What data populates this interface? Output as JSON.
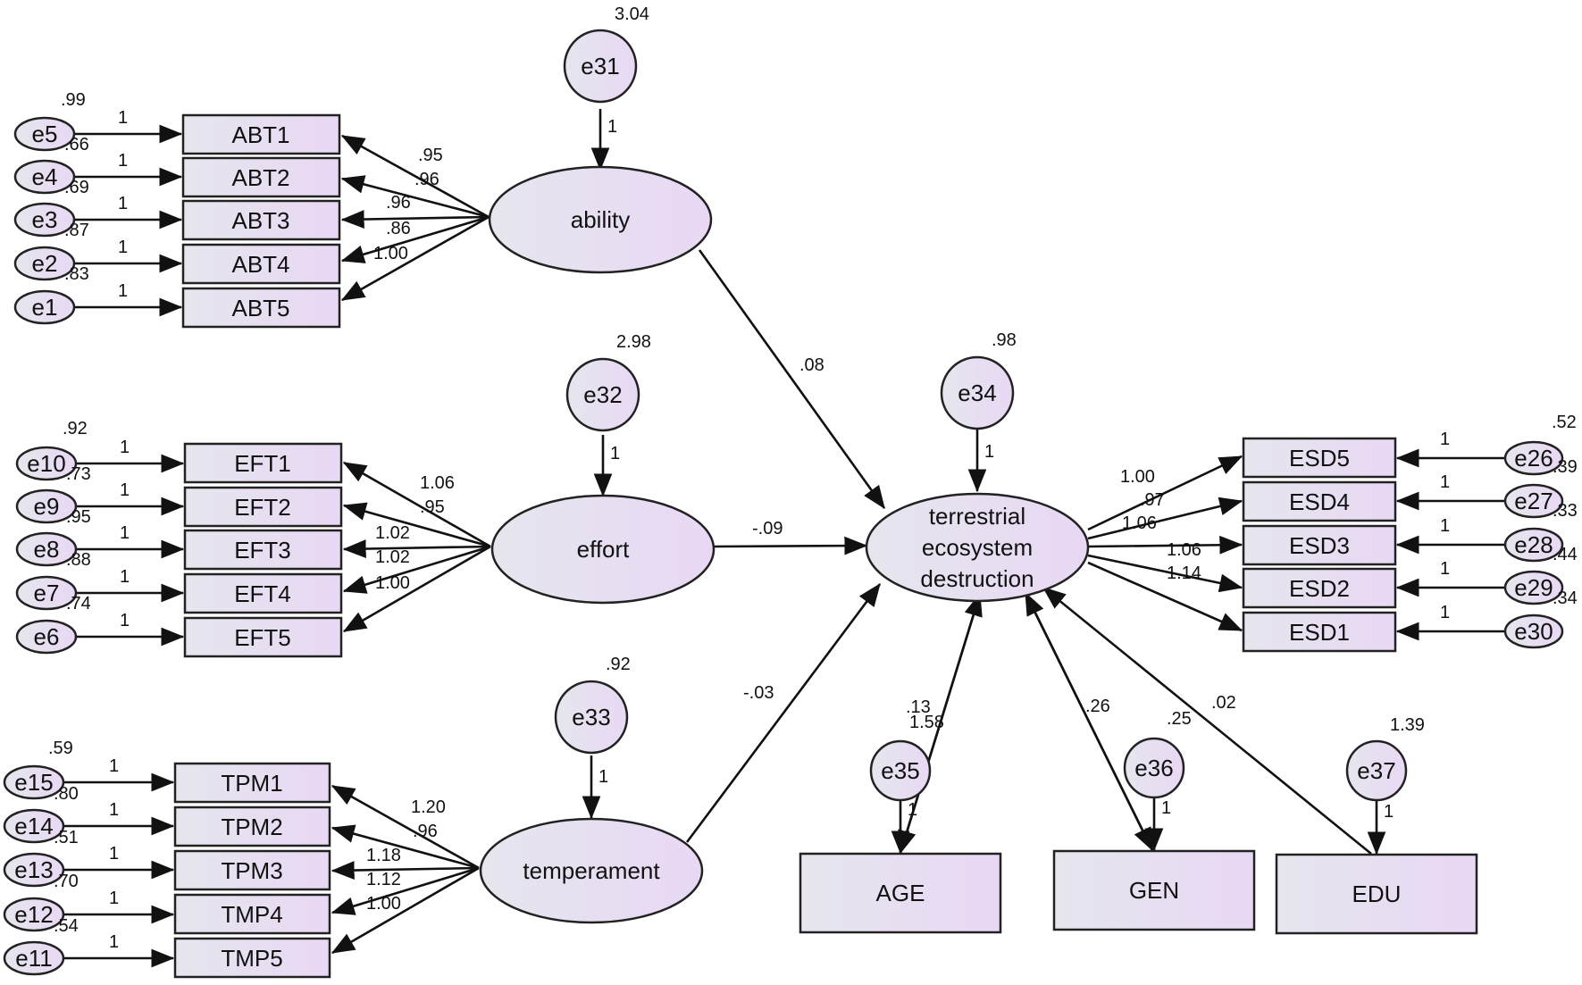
{
  "colors": {
    "fill_left": "#e6e6ee",
    "fill_right": "#e8d8f4",
    "stroke": "#222222"
  },
  "errors": {
    "e1": "e1",
    "e2": "e2",
    "e3": "e3",
    "e4": "e4",
    "e5": "e5",
    "e6": "e6",
    "e7": "e7",
    "e8": "e8",
    "e9": "e9",
    "e10": "e10",
    "e11": "e11",
    "e12": "e12",
    "e13": "e13",
    "e14": "e14",
    "e15": "e15",
    "e26": "e26",
    "e27": "e27",
    "e28": "e28",
    "e29": "e29",
    "e30": "e30",
    "e31": "e31",
    "e32": "e32",
    "e33": "e33",
    "e34": "e34",
    "e35": "e35",
    "e36": "e36",
    "e37": "e37"
  },
  "indicators": {
    "abt1": "ABT1",
    "abt2": "ABT2",
    "abt3": "ABT3",
    "abt4": "ABT4",
    "abt5": "ABT5",
    "eft1": "EFT1",
    "eft2": "EFT2",
    "eft3": "EFT3",
    "eft4": "EFT4",
    "eft5": "EFT5",
    "tpm1": "TPM1",
    "tpm2": "TPM2",
    "tpm3": "TPM3",
    "tmp4": "TMP4",
    "tmp5": "TMP5",
    "esd1": "ESD1",
    "esd2": "ESD2",
    "esd3": "ESD3",
    "esd4": "ESD4",
    "esd5": "ESD5",
    "age": "AGE",
    "gen": "GEN",
    "edu": "EDU"
  },
  "latents": {
    "ability": "ability",
    "effort": "effort",
    "temperament": "temperament",
    "ted_line1": "terrestrial",
    "ted_line2": "ecosystem",
    "ted_line3": "destruction"
  },
  "labels": {
    "fixed_one": "1",
    "var_e31": "3.04",
    "var_e32": "2.98",
    "var_e33": ".92",
    "var_e34": ".98",
    "var_e35": "1.58",
    "var_e37": "1.39",
    "var_e5": ".99",
    "var_e4": ".66",
    "var_e3": ".69",
    "var_e2": ".87",
    "var_e1": ".83",
    "var_e10": ".92",
    "var_e9": ".73",
    "var_e8": ".95",
    "var_e7": ".88",
    "var_e6": ".74",
    "var_e15": ".59",
    "var_e14": ".80",
    "var_e13": ".51",
    "var_e12": ".70",
    "var_e11": ".54",
    "var_e26": ".52",
    "var_e27": ".39",
    "var_e28": ".33",
    "var_e29": ".44",
    "var_e30": ".34",
    "load_abt1": ".95",
    "load_abt2": ".96",
    "load_abt3": ".96",
    "load_abt4": ".86",
    "load_abt5": "1.00",
    "load_eft1": "1.06",
    "load_eft2": ".95",
    "load_eft3": "1.02",
    "load_eft4": "1.02",
    "load_eft5": "1.00",
    "load_tpm1": "1.20",
    "load_tpm2": ".96",
    "load_tpm3": "1.18",
    "load_tmp4": "1.12",
    "load_tmp5": "1.00",
    "load_esd5": "1.00",
    "load_esd4": ".97",
    "load_esd3": "1.06",
    "load_esd2": "1.06",
    "load_esd1": "1.14",
    "path_ability": ".08",
    "path_effort": "-.09",
    "path_temperament": "-.03",
    "path_age": ".13",
    "path_gen": ".26",
    "path_gen2": ".25",
    "path_edu": ".02"
  }
}
